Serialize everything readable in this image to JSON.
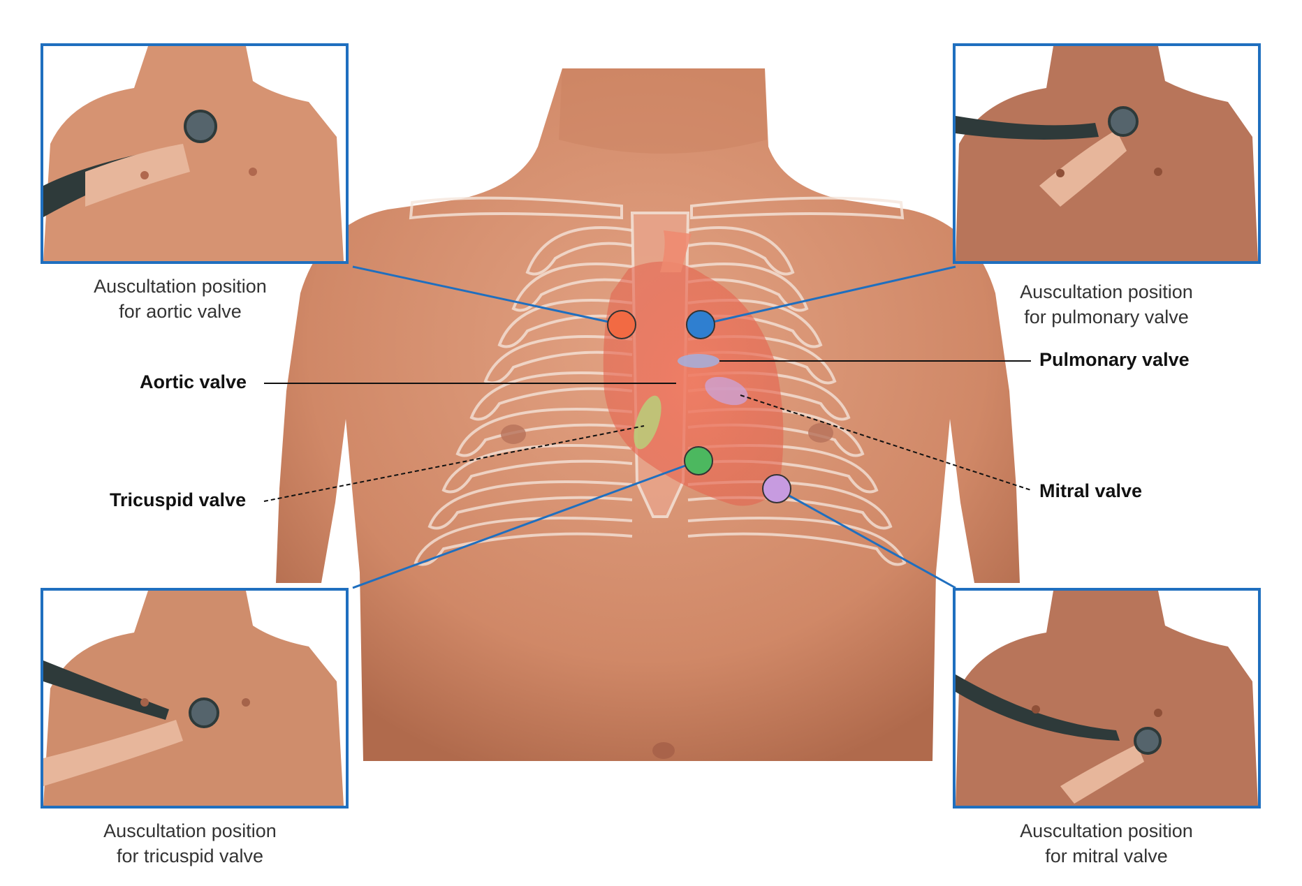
{
  "colors": {
    "frame": "#1f6fbf",
    "skin": "#d98e6e",
    "heart": "#e8705a",
    "aortic_dot": "#f26a43",
    "pulmonary_dot": "#2f7fd0",
    "tricuspid_dot": "#4cb85f",
    "mitral_dot": "#c79be0"
  },
  "insets": {
    "aortic": {
      "line1": "Auscultation position",
      "line2": "for aortic valve"
    },
    "pulmonary": {
      "line1": "Auscultation position",
      "line2": "for pulmonary valve"
    },
    "tricuspid": {
      "line1": "Auscultation position",
      "line2": "for tricuspid valve"
    },
    "mitral": {
      "line1": "Auscultation position",
      "line2": "for mitral valve"
    }
  },
  "labels": {
    "aortic": "Aortic valve",
    "pulmonary": "Pulmonary valve",
    "tricuspid": "Tricuspid valve",
    "mitral": "Mitral valve"
  }
}
